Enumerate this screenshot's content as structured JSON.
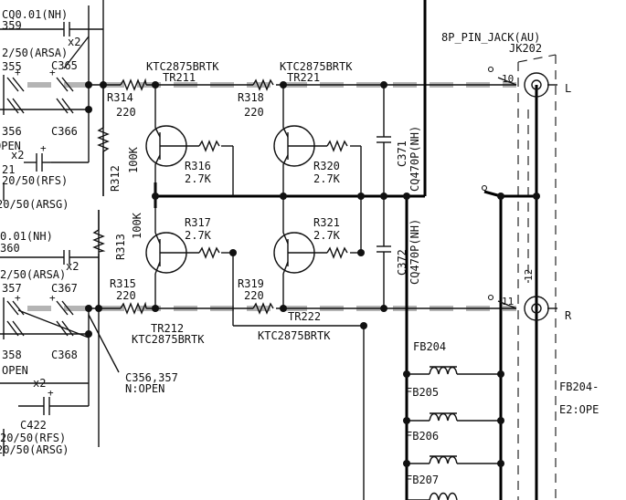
{
  "labels": {
    "c0_01_nh_top": "CQ0.01(NH)",
    "c_359": "359",
    "c_2_50_arsa_top": "2/50(ARSA)",
    "x2_top": "x2",
    "c_355": "355",
    "c_365": "C365",
    "c_356": "356",
    "c_366": "C366",
    "open_top": "OPEN",
    "x2_mid": "x2",
    "c_21": "21",
    "c_20_50_rfs_top": "20/50(RFS)",
    "c_20_50_arsg_top": "20/50(ARSG)",
    "c0_01_nh_bot": "0.01(NH)",
    "c_360": "360",
    "c_2_50_arsa_bot": "2/50(ARSA)",
    "x2_bot": "x2",
    "c_357": "357",
    "c_367": "C367",
    "c_358": "358",
    "c_368": "C368",
    "open_bot": "OPEN",
    "x2_low": "x2",
    "c_422": "C422",
    "c_20_50_rfs_bot": "20/50(RFS)",
    "c_20_50_arsg_bot": "20/50(ARSG)",
    "note_c356": "C356,357",
    "note_open": "N:OPEN",
    "tr211_type": "KTC2875BRTK",
    "tr211": "TR211",
    "tr221_type": "KTC2875BRTK",
    "tr221": "TR221",
    "r314": "R314",
    "r314_val": "220",
    "r318": "R318",
    "r318_val": "220",
    "r312": "R312",
    "r312_val": "100K",
    "r313": "R313",
    "r313_val": "100K",
    "r316": "R316",
    "r316_val": "2.7K",
    "r320": "R320",
    "r320_val": "2.7K",
    "r317": "R317",
    "r317_val": "2.7K",
    "r321": "R321",
    "r321_val": "2.7K",
    "r315": "R315",
    "r315_val": "220",
    "r319": "R319",
    "r319_val": "220",
    "tr212": "TR212",
    "tr212_type": "KTC2875BRTK",
    "tr222": "TR222",
    "tr222_type": "KTC2875BRTK",
    "c371": "C371",
    "c371_val": "CQ470P(NH)",
    "c372": "C372",
    "c372_val": "CQ470P(NH)",
    "jack_name": "8P_PIN_JACK(AU)",
    "jack_ref": "JK202",
    "pin_10": "10",
    "pin_11": "11",
    "pin_12": "12",
    "out_l": "L",
    "out_r": "R",
    "fb204": "FB204",
    "fb205": "FB205",
    "fb206": "FB206",
    "fb207": "FB207",
    "fb_note": "FB204-",
    "fb_note2": "E2:OPE"
  }
}
